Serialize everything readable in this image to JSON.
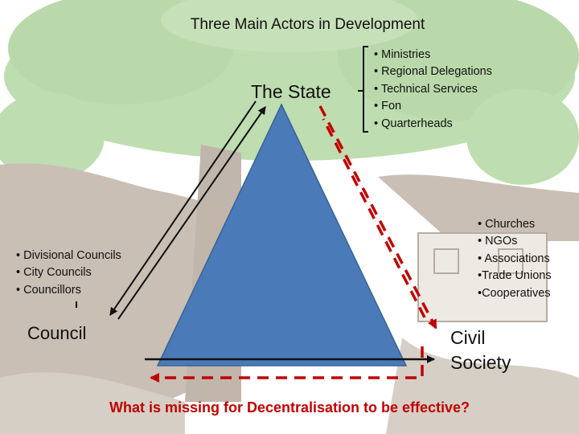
{
  "title": "Three Main Actors in Development",
  "actors": {
    "state": {
      "label": "The State",
      "items": [
        "Ministries",
        "Regional Delegations",
        "Technical Services",
        "Fon",
        "Quarterheads"
      ]
    },
    "council": {
      "label": "Council",
      "items": [
        "Divisional Councils",
        "City Councils",
        "Councillors"
      ]
    },
    "civil_society": {
      "label_line1": "Civil",
      "label_line2": "Society",
      "items": [
        "Churches",
        "NGOs",
        "Associations",
        "Trade Unions",
        "Cooperatives"
      ]
    }
  },
  "question": "What is missing for Decentralisation to be effective?",
  "colors": {
    "triangle": "#4a7ab8",
    "solid_arrow": "#111111",
    "dashed_arrow": "#c00000",
    "question_text": "#c00000",
    "tree_canopy": "#9ec98c",
    "tree_trunk": "#a59585"
  }
}
